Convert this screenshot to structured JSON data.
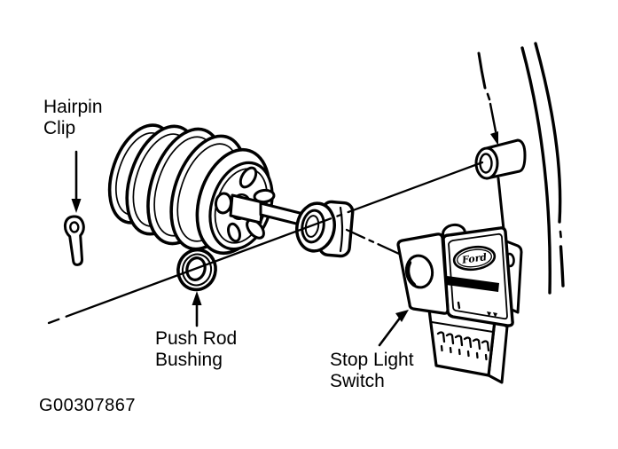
{
  "figure": {
    "id": "G00307867"
  },
  "labels": {
    "hairpin_clip": {
      "line1": "Hairpin",
      "line2": "Clip"
    },
    "push_rod_bushing": {
      "line1": "Push Rod",
      "line2": "Bushing"
    },
    "stop_light_switch": {
      "line1": "Stop Light",
      "line2": "Switch"
    }
  },
  "switch_part": {
    "logo_text": "Ford"
  },
  "colors": {
    "ink": "#000000",
    "paper": "#ffffff"
  }
}
